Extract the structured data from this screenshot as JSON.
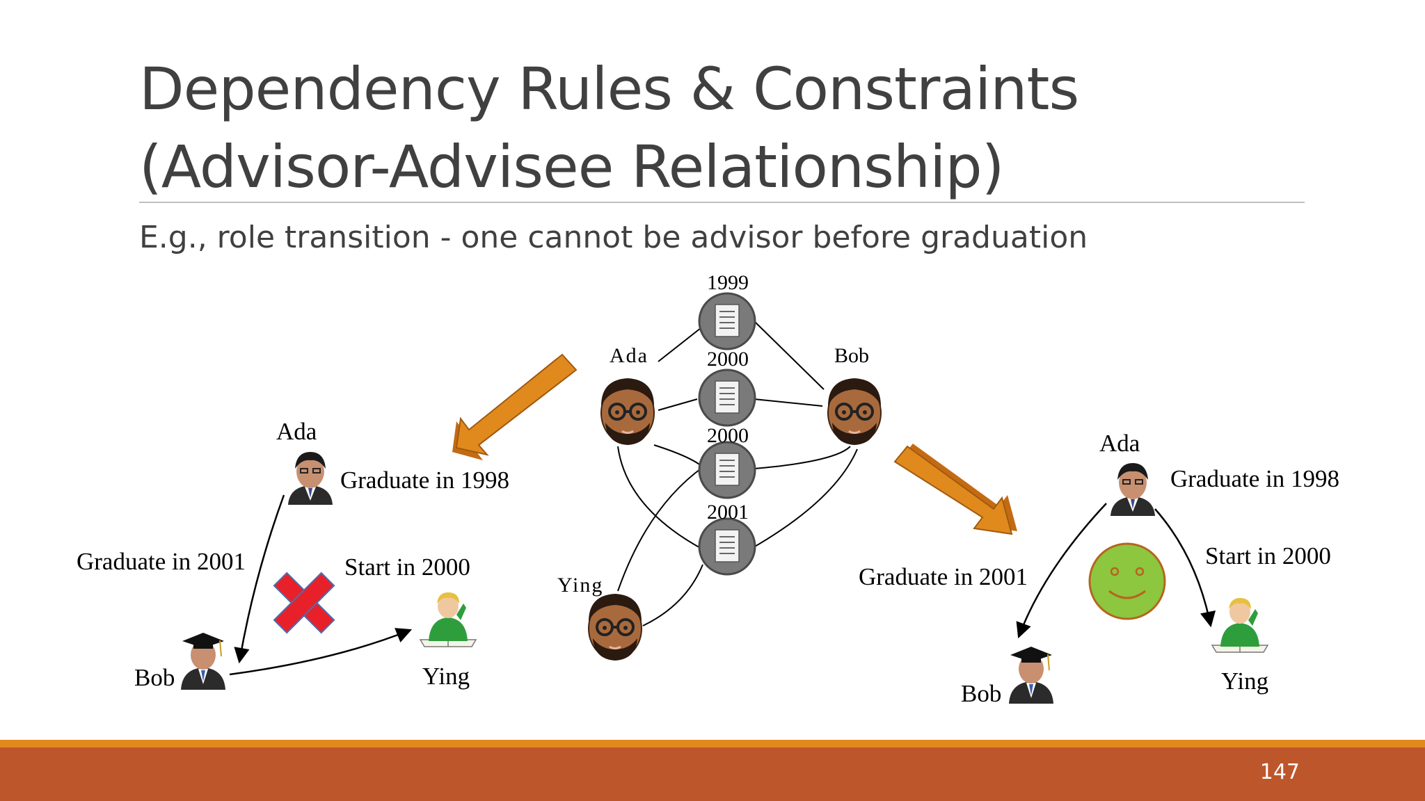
{
  "slide": {
    "title_line1": "Dependency Rules & Constraints",
    "title_line2": "(Advisor-Advisee Relationship)",
    "subtitle": "E.g., role transition - one cannot be advisor before graduation",
    "page_number": "147"
  },
  "network": {
    "people": [
      "Ada",
      "Bob",
      "Ying"
    ],
    "paper_years": [
      "1999",
      "2000",
      "2000",
      "2001"
    ]
  },
  "left_panel": {
    "ada": "Ada",
    "bob": "Bob",
    "ying": "Ying",
    "ada_note": "Graduate in 1998",
    "bob_note": "Graduate in 2001",
    "ying_note": "Start in 2000",
    "verdict_icon": "red-x-icon"
  },
  "right_panel": {
    "ada": "Ada",
    "bob": "Bob",
    "ying": "Ying",
    "ada_note": "Graduate in 1998",
    "bob_note": "Graduate in 2001",
    "ying_note": "Start in 2000",
    "verdict_icon": "smiley-face-icon"
  },
  "colors": {
    "title_text": "#404040",
    "arrow_orange": "#e08a1e",
    "footer_bar": "#be562b",
    "footer_line": "#e08a1e",
    "cross_red": "#e8202a",
    "smiley_green": "#8dc63f"
  }
}
